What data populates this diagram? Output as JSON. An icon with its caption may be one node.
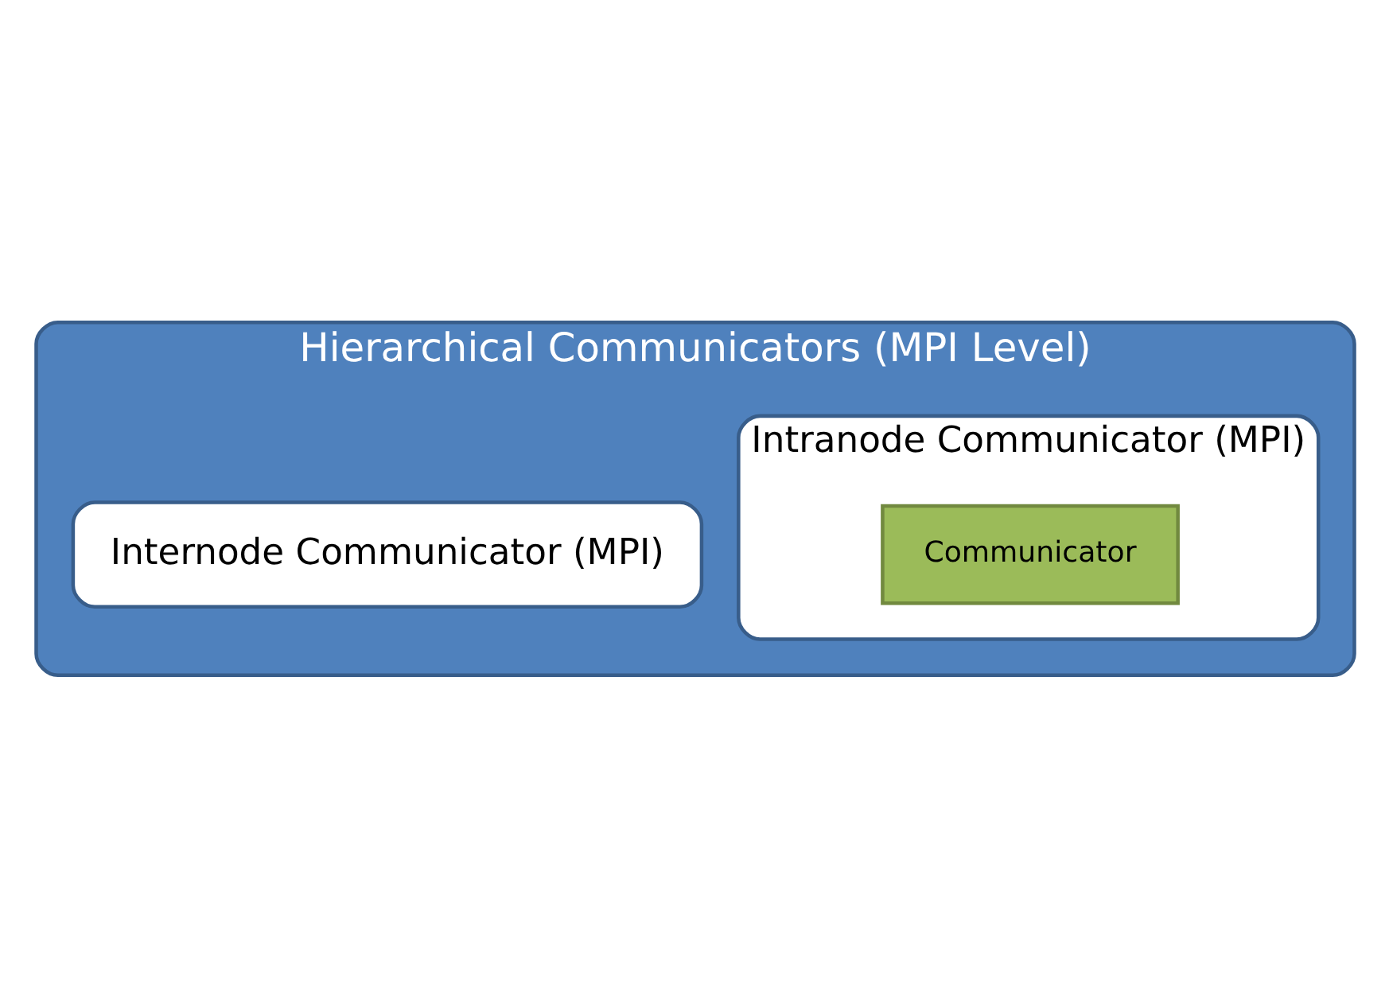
{
  "diagram": {
    "nodes": [
      {
        "text": [
          "Hierarchical Communicators (MPI Level)"
        ]
      },
      {
        "text": [
          "Intranode Communicator (MPI)"
        ],
        "in": 0
      },
      {
        "text": [
          "Communicator"
        ],
        "in": 1
      },
      {
        "text": [
          "Internode Communicator (MPI)"
        ],
        "in": 0
      }
    ]
  }
}
